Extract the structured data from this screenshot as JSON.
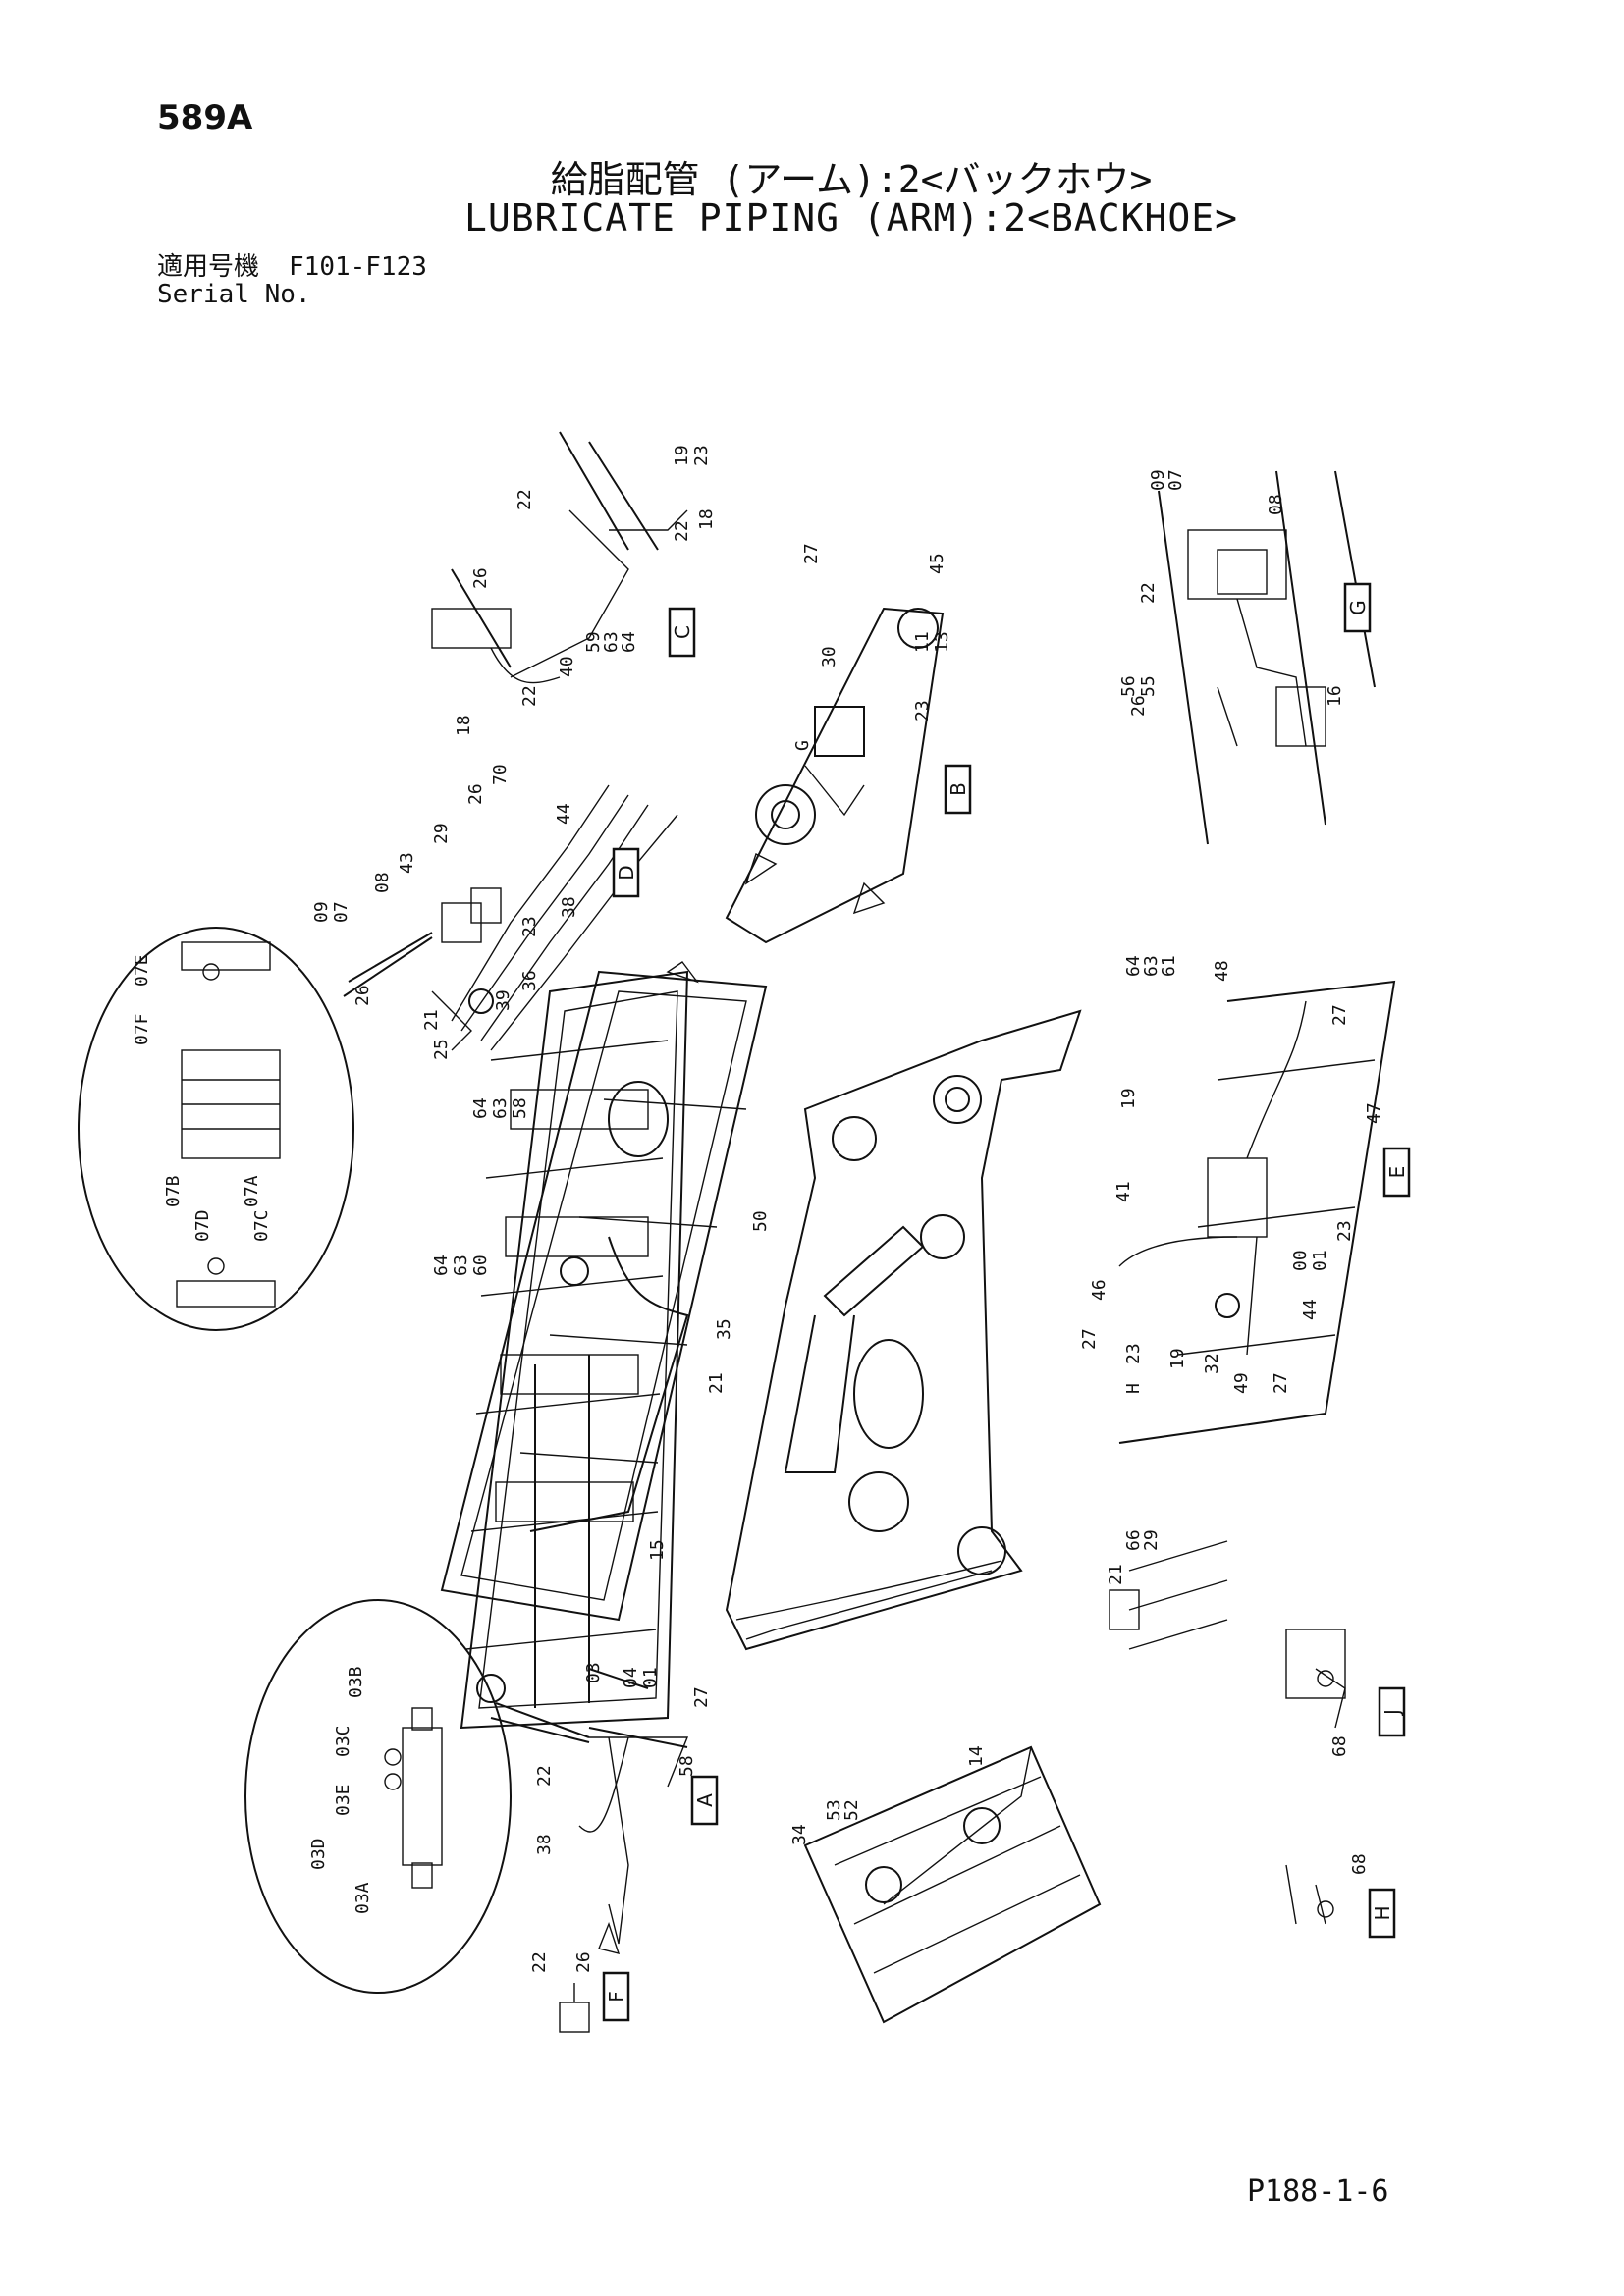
{
  "header": {
    "page_number": "589A",
    "title_jp": "給脂配管 (アーム):2<バックホウ>",
    "title_en": "LUBRICATE PIPING (ARM):2<BACKHOE>",
    "serial_label_jp": "適用号機",
    "serial_range": "F101-F123",
    "serial_label_en": "Serial No."
  },
  "footer": {
    "page_ref": "P188-1-6"
  },
  "views": {
    "A": "A",
    "B": "B",
    "C": "C",
    "D": "D",
    "E": "E",
    "F": "F",
    "G": "G",
    "H": "H",
    "J": "J"
  },
  "callouts": {
    "c19": "19",
    "c23": "23",
    "c22": "22",
    "c18": "18",
    "c27": "27",
    "c45": "45",
    "c26": "26",
    "c59": "59",
    "c63": "63",
    "c64": "64",
    "c40": "40",
    "c16": "16",
    "c30": "30",
    "c11": "11",
    "c13": "13",
    "cG": "G",
    "c09": "09",
    "c07": "07",
    "c08": "08",
    "c56": "56",
    "c55": "55",
    "c70": "70",
    "c44": "44",
    "c29": "29",
    "c43": "43",
    "c38": "38",
    "c36": "36",
    "c39": "39",
    "c21": "21",
    "c25": "25",
    "c07E": "07E",
    "c07F": "07F",
    "c07B": "07B",
    "c07A": "07A",
    "c07D": "07D",
    "c07C": "07C",
    "c58": "58",
    "c60": "60",
    "c50": "50",
    "c35": "35",
    "c15": "15",
    "c61": "61",
    "c48": "48",
    "c47": "47",
    "c41": "41",
    "c00": "00",
    "c01": "01",
    "c46": "46",
    "cH": "H",
    "c32": "32",
    "c49": "49",
    "cJ": "J",
    "c66": "66",
    "c68": "68",
    "c03": "03",
    "c04": "04",
    "c03B": "03B",
    "c03C": "03C",
    "c03E": "03E",
    "c03D": "03D",
    "c03A": "03A",
    "c14": "14",
    "c34": "34",
    "c53": "53",
    "c52": "52"
  }
}
